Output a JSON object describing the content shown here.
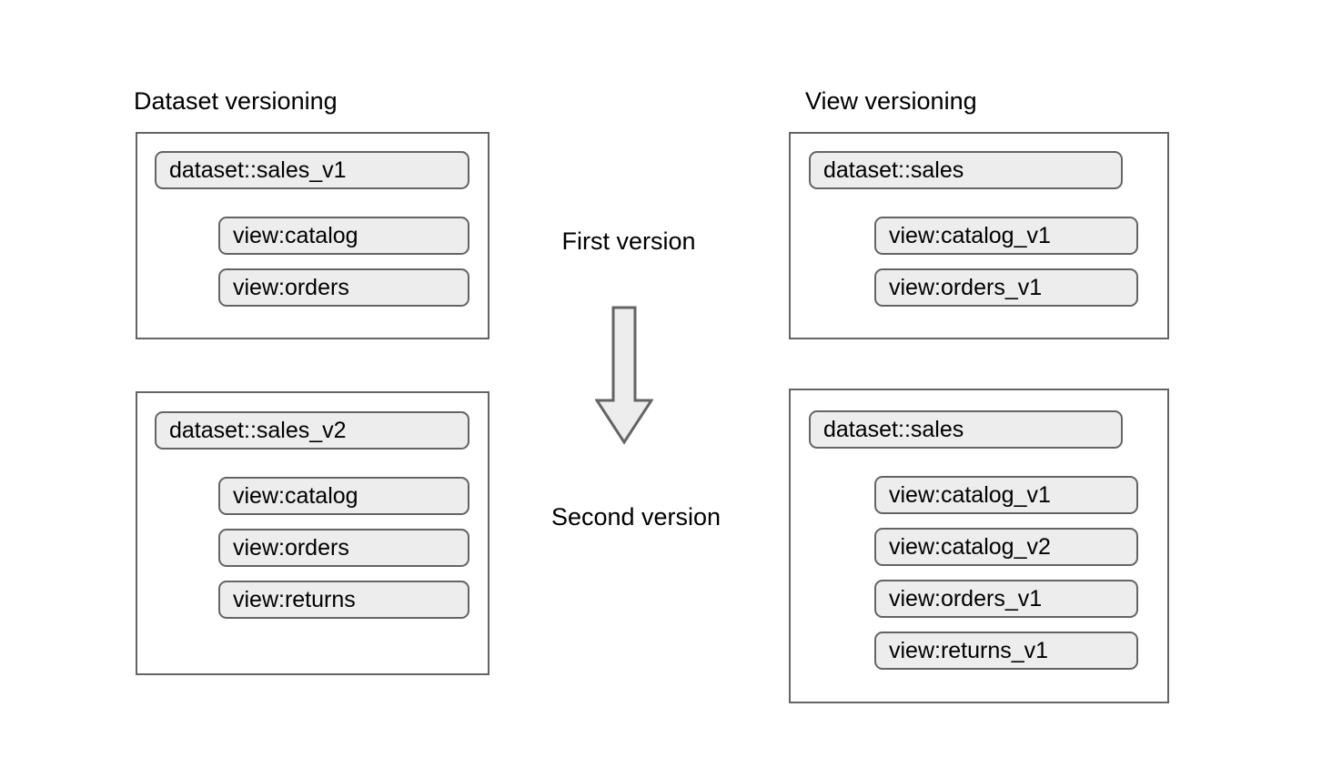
{
  "diagram": {
    "title_left": "Dataset versioning",
    "title_right": "View versioning",
    "stage_first": "First version",
    "stage_second": "Second version",
    "colors": {
      "pill_fill": "#ededed",
      "stroke": "#646464",
      "text": "#000000",
      "background": "#ffffff",
      "arrow_fill": "#ededed"
    },
    "columns": [
      {
        "key": "dataset_versioning",
        "title": "Dataset versioning",
        "groups": [
          {
            "key": "first",
            "dataset": "dataset::sales_v1",
            "views": [
              "view:catalog",
              "view:orders"
            ]
          },
          {
            "key": "second",
            "dataset": "dataset::sales_v2",
            "views": [
              "view:catalog",
              "view:orders",
              "view:returns"
            ]
          }
        ]
      },
      {
        "key": "view_versioning",
        "title": "View versioning",
        "groups": [
          {
            "key": "first",
            "dataset": "dataset::sales",
            "views": [
              "view:catalog_v1",
              "view:orders_v1"
            ]
          },
          {
            "key": "second",
            "dataset": "dataset::sales",
            "views": [
              "view:catalog_v1",
              "view:catalog_v2",
              "view:orders_v1",
              "view:returns_v1"
            ]
          }
        ]
      }
    ],
    "arrow": {
      "name": "down-arrow",
      "direction": "down"
    }
  }
}
